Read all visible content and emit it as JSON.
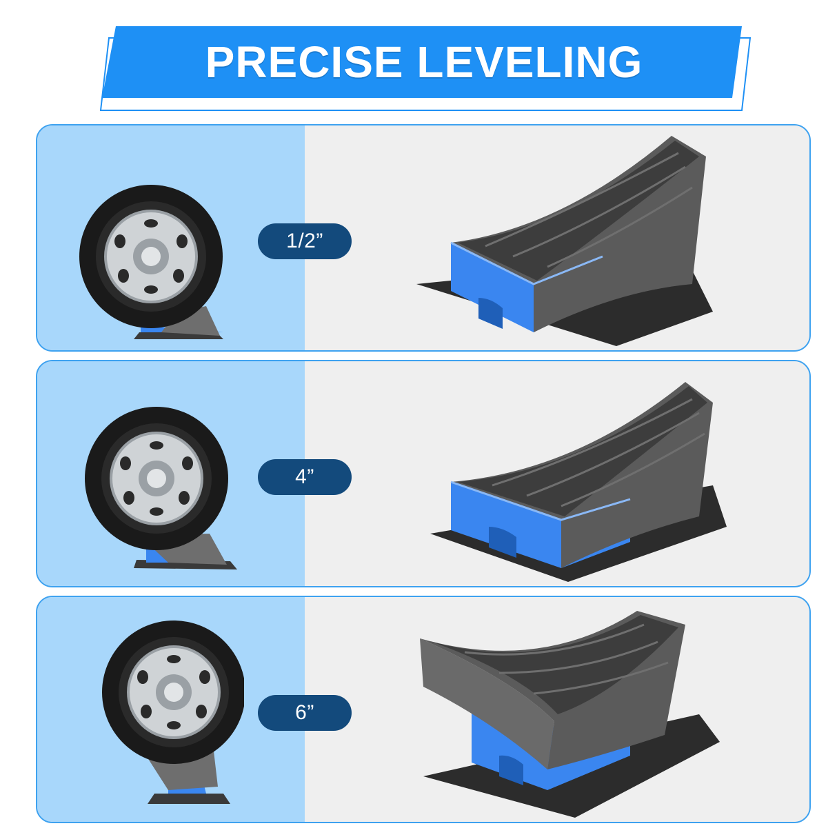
{
  "banner": {
    "title": "PRECISE LEVELING"
  },
  "colors": {
    "banner_blue": "#1e90f5",
    "panel_border": "#3ea2f0",
    "panel_left_bg": "#a8d7fb",
    "badge_bg": "#134a7c",
    "ramp_gray": "#5b5b5b",
    "ramp_blue": "#3a86f0"
  },
  "panels": [
    {
      "height_label": "1/2”",
      "icon": "tire-on-ramp-icon",
      "product": "ramp-low-icon"
    },
    {
      "height_label": "4”",
      "icon": "tire-on-ramp-icon",
      "product": "ramp-medium-icon"
    },
    {
      "height_label": "6”",
      "icon": "tire-on-ramp-icon",
      "product": "ramp-high-icon"
    }
  ]
}
